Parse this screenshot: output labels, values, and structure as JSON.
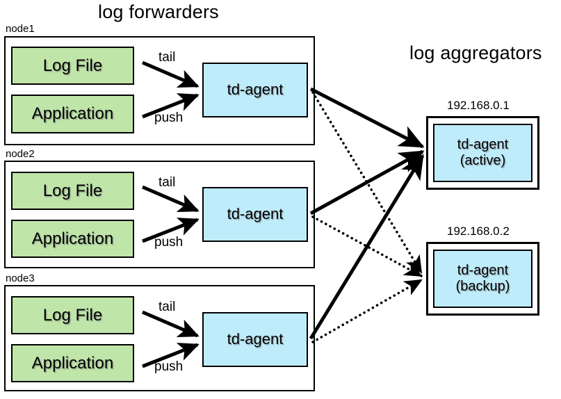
{
  "headers": {
    "forwarders": "log forwarders",
    "aggregators": "log aggregators"
  },
  "colors": {
    "source_fill": "#bfe5a9",
    "agent_fill": "#bfecfb",
    "stroke": "#000000",
    "background": "#ffffff"
  },
  "forwarders": [
    {
      "node_label": "node1",
      "sources": [
        {
          "label": "Log File",
          "edge_label": "tail"
        },
        {
          "label": "Application",
          "edge_label": "push"
        }
      ],
      "agent": {
        "label": "td-agent"
      }
    },
    {
      "node_label": "node2",
      "sources": [
        {
          "label": "Log File",
          "edge_label": "tail"
        },
        {
          "label": "Application",
          "edge_label": "push"
        }
      ],
      "agent": {
        "label": "td-agent"
      }
    },
    {
      "node_label": "node3",
      "sources": [
        {
          "label": "Log File",
          "edge_label": "tail"
        },
        {
          "label": "Application",
          "edge_label": "push"
        }
      ],
      "agent": {
        "label": "td-agent"
      }
    }
  ],
  "aggregators": [
    {
      "ip": "192.168.0.1",
      "agent_label": "td-agent",
      "agent_role": "(active)",
      "link_style": "solid"
    },
    {
      "ip": "192.168.0.2",
      "agent_label": "td-agent",
      "agent_role": "(backup)",
      "link_style": "dotted"
    }
  ]
}
